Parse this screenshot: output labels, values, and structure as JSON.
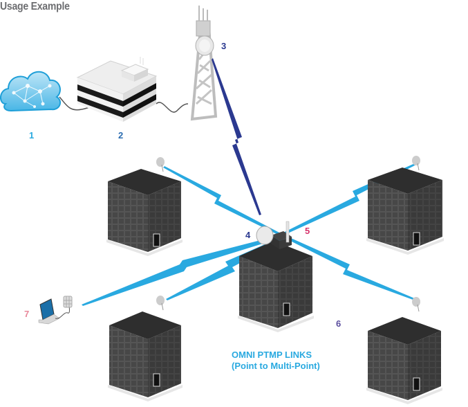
{
  "title": "Usage Example",
  "labels": {
    "n1": "1",
    "n2": "2",
    "n3": "3",
    "n4": "4",
    "n5": "5",
    "n6": "6",
    "n7": "7"
  },
  "caption": {
    "line1": "OMNI PTMP LINKS",
    "line2": "(Point to Multi-Point)"
  },
  "colors": {
    "title": "#6d6e71",
    "link_light": "#29a9e0",
    "link_dark": "#2b3990",
    "label_1": "#29a9e0",
    "label_2": "#2b6cb0",
    "label_3": "#2b3990",
    "label_4": "#2b3990",
    "label_5": "#d6336c",
    "label_6": "#5b4e9e",
    "label_7": "#e8879a",
    "building": "#4a4a4a",
    "building_roof": "#2f2f2f"
  },
  "nodes": [
    {
      "id": "1",
      "kind": "cloud"
    },
    {
      "id": "2",
      "kind": "data-center"
    },
    {
      "id": "3",
      "kind": "tower-with-dish"
    },
    {
      "id": "4",
      "kind": "hub-dish"
    },
    {
      "id": "5",
      "kind": "omni-antenna"
    },
    {
      "id": "6",
      "kind": "client-buildings"
    },
    {
      "id": "7",
      "kind": "laptop-with-antenna"
    }
  ]
}
